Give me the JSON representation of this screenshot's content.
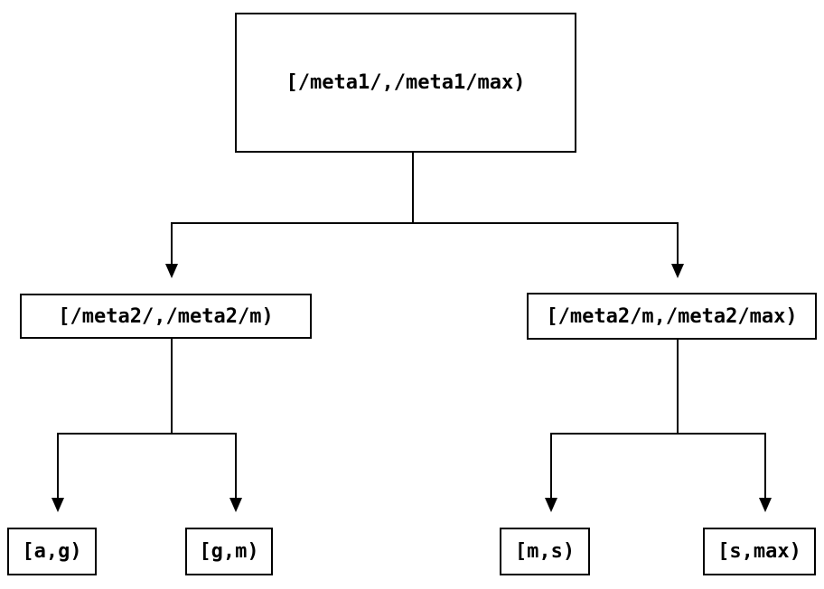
{
  "nodes": {
    "root": {
      "label": "[/meta1/,/meta1/max)"
    },
    "left_child": {
      "label": "[/meta2/,/meta2/m)"
    },
    "right_child": {
      "label": "[/meta2/m,/meta2/max)"
    },
    "leaf_1": {
      "label": "[a,g)"
    },
    "leaf_2": {
      "label": "[g,m)"
    },
    "leaf_3": {
      "label": "[m,s)"
    },
    "leaf_4": {
      "label": "[s,max)"
    }
  },
  "edges": [
    {
      "from": "root",
      "to": "left_child"
    },
    {
      "from": "root",
      "to": "right_child"
    },
    {
      "from": "left_child",
      "to": "leaf_1"
    },
    {
      "from": "left_child",
      "to": "leaf_2"
    },
    {
      "from": "right_child",
      "to": "leaf_3"
    },
    {
      "from": "right_child",
      "to": "leaf_4"
    }
  ],
  "colors": {
    "background": "#ffffff",
    "line": "#000000",
    "text": "#000000",
    "node_fill": "#ffffff",
    "node_border": "#000000"
  }
}
